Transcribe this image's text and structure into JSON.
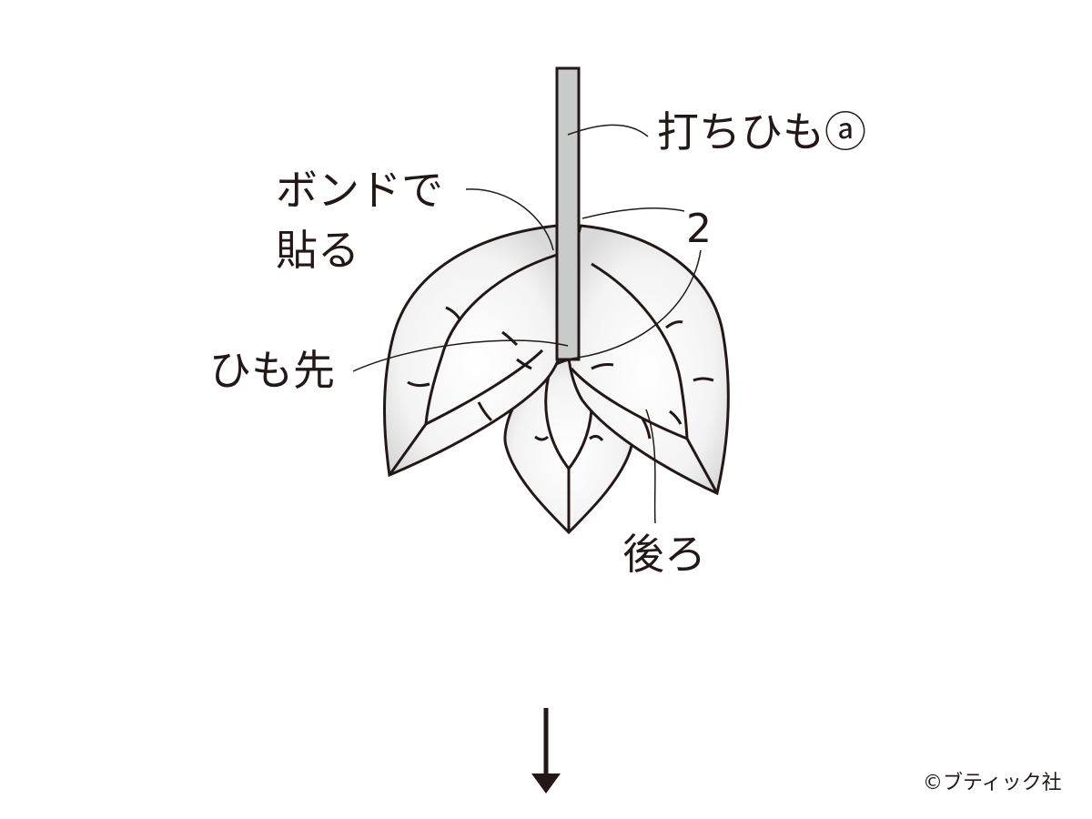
{
  "labels": {
    "cord_a": "打ちひもⓐ",
    "bond_line1": "ボンドで",
    "bond_line2": "貼る",
    "number_two": "2",
    "cord_tip": "ひも先",
    "back": "後ろ"
  },
  "copyright": "©ブティック社",
  "colors": {
    "outline": "#231815",
    "cord_fill": "#c9caca",
    "leaf_fill": "#f2f2f2",
    "leaf_shade": "#dcdcdc",
    "background": "#ffffff"
  }
}
